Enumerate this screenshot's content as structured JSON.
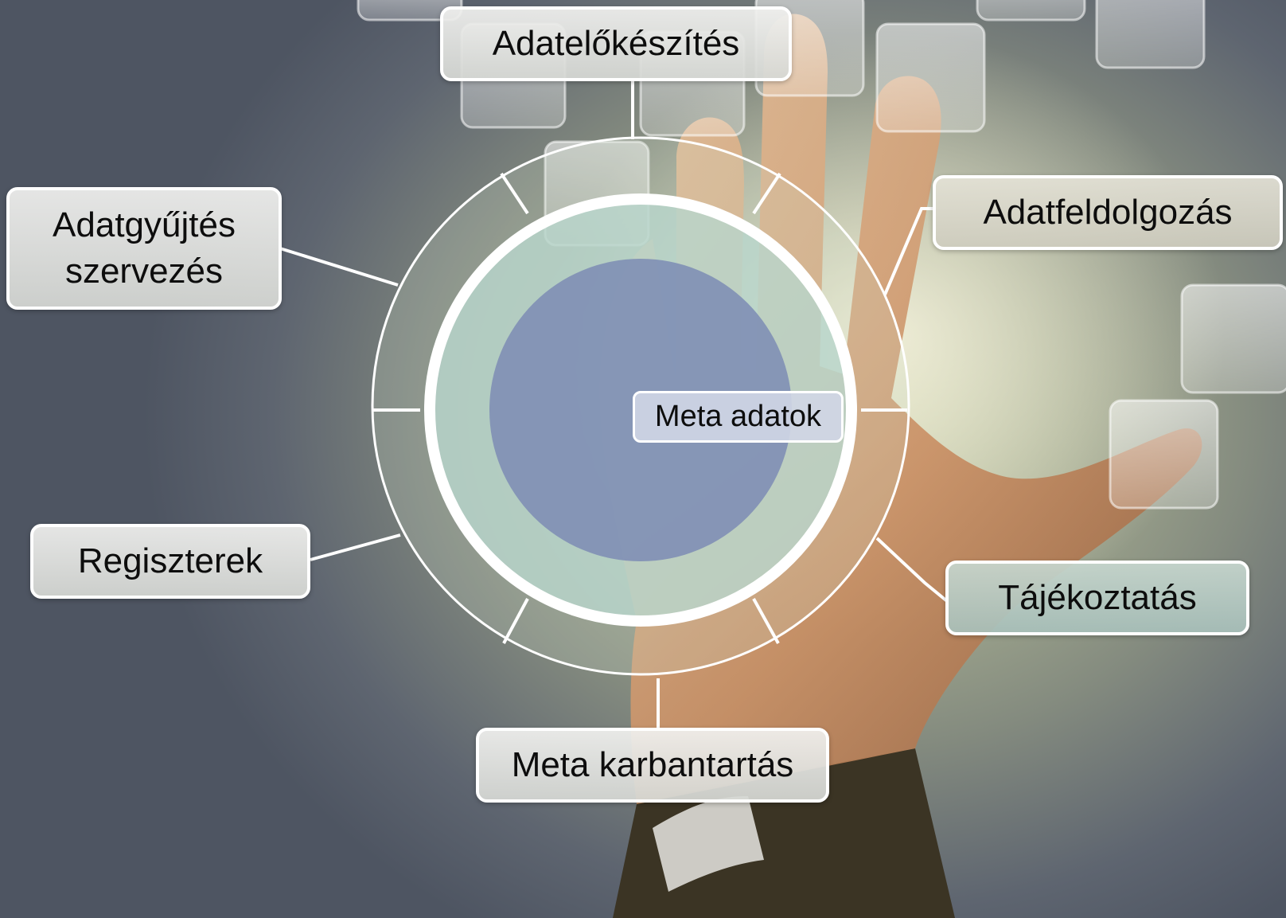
{
  "diagram": {
    "center": {
      "label": "Meta adatok"
    },
    "nodes": [
      {
        "id": "adatelokeszites",
        "label": "Adatelőkészítés"
      },
      {
        "id": "adatfeldolgozas",
        "label": "Adatfeldolgozás"
      },
      {
        "id": "tajekoztatas",
        "label": "Tájékoztatás"
      },
      {
        "id": "meta-karbantartas",
        "label": "Meta karbantartás"
      },
      {
        "id": "regiszterek",
        "label": "Regiszterek"
      },
      {
        "id": "adatgyujtes-szervezes",
        "label": "Adatgyűjtés\nszervezés"
      }
    ]
  },
  "colors": {
    "inner_disc": "#7f8fb5",
    "ring_fill": "#b8d6cc",
    "outline": "#ffffff",
    "box_fill": "#e6e7e4",
    "text": "#0d0d0d"
  },
  "icons": {
    "background": "hand-touch-image",
    "tiles": "translucent-square-tile"
  }
}
